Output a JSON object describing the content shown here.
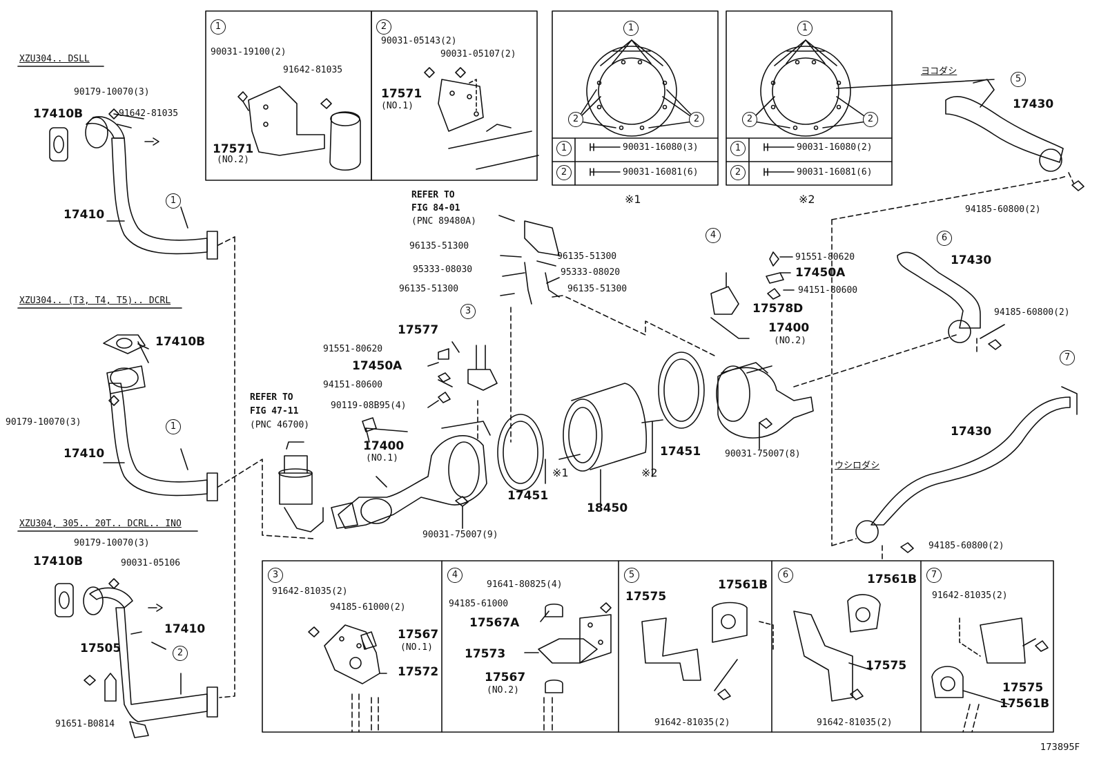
{
  "variants": {
    "v1": "XZU304.. DSLL",
    "v2": "XZU304.. (T3, T4, T5).. DCRL",
    "v3": "XZU304, 305.. 20T.. DCRL.. INO"
  },
  "callouts": {
    "c1": "1",
    "c2": "2",
    "c3": "3",
    "c4": "4",
    "c5": "5",
    "c6": "6",
    "c7": "7"
  },
  "marks": {
    "m1": "※1",
    "m2": "※2"
  },
  "left": {
    "a1": "17410B",
    "a2": "90179-10070(3)",
    "a3": "91642-81035",
    "a4": "17410",
    "b1": "17410B",
    "b2": "90179-10070(3)",
    "b3": "17410",
    "d1": "90179-10070(3)",
    "d2": "17410B",
    "d3": "90031-05106",
    "d4": "17410",
    "d5": "17505",
    "d6": "91651-B0814"
  },
  "box1": {
    "a": "90031-19100(2)",
    "b": "91642-81035",
    "c": "17571",
    "d": "(NO.2)"
  },
  "box2": {
    "a": "90031-05143(2)",
    "b": "90031-05107(2)",
    "c": "17571",
    "d": "(NO.1)"
  },
  "gasketA": {
    "r1": "90031-16080(3)",
    "r2": "90031-16081(6)"
  },
  "gasketB": {
    "r1": "90031-16080(2)",
    "r2": "90031-16081(6)"
  },
  "center": {
    "ref1": "REFER TO",
    "ref2": "FIG 84-01",
    "ref3": "(PNC 89480A)",
    "h1": "96135-51300",
    "h2": "96135-51300",
    "h3": "95333-08030",
    "h4": "95333-08020",
    "h5": "96135-51300",
    "h6": "96135-51300",
    "p1": "17577",
    "p2": "91551-80620",
    "p3": "17450A",
    "p4": "94151-80600",
    "r1": "REFER TO",
    "r2": "FIG 47-11",
    "r3": "(PNC 46700)",
    "q1": "90119-08B95(4)",
    "q2": "17400",
    "q3": "(NO.1)",
    "q4": "90031-75007(9)",
    "g1": "17451",
    "g2": "18450",
    "g3": "17451",
    "s1": "91551-80620",
    "s2": "17450A",
    "s3": "94151-80600",
    "s4": "17578D",
    "n1": "17400",
    "n2": "(NO.2)",
    "n3": "90031-75007(8)"
  },
  "right": {
    "y1": "ヨコダシ",
    "y2": "17430",
    "y3": "94185-60800(2)",
    "z1": "17430",
    "z2": "94185-60800(2)",
    "w1": "17430",
    "w2": "ウシロダシ",
    "w3": "94185-60800(2)"
  },
  "box3": {
    "a": "91642-81035(2)",
    "b": "94185-61000(2)",
    "c": "17567",
    "d": "(NO.1)",
    "e": "17572"
  },
  "box4": {
    "a": "91641-80825(4)",
    "b": "94185-61000",
    "c": "17567A",
    "d": "17573",
    "e": "17567",
    "f": "(NO.2)"
  },
  "box5": {
    "a": "17575",
    "b": "17561B",
    "c": "91642-81035(2)"
  },
  "box6": {
    "a": "17561B",
    "b": "17575",
    "c": "91642-81035(2)"
  },
  "box7": {
    "a": "91642-81035(2)",
    "b": "17575",
    "c": "17561B"
  },
  "footer": {
    "code": "173895F"
  }
}
